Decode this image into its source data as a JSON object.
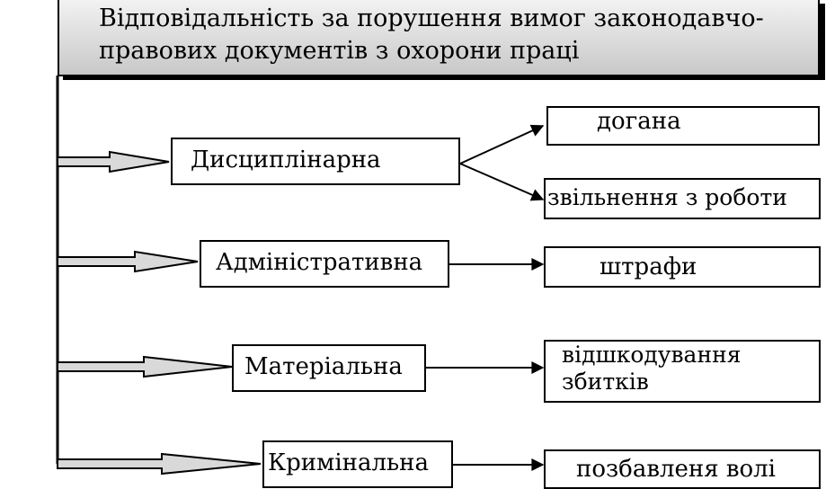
{
  "title": {
    "line1": "Відповідальність за порушення вимог законодавчо-",
    "line2": "правових документів з охорони праці"
  },
  "types": [
    {
      "label": "Дисциплінарна"
    },
    {
      "label": "Адміністративна"
    },
    {
      "label": "Матеріальна"
    },
    {
      "label": "Кримінальна"
    }
  ],
  "outcomes": [
    {
      "label": "догана"
    },
    {
      "label": "звільнення з роботи"
    },
    {
      "label": "штрафи"
    },
    {
      "label_line1": "відшкодування",
      "label_line2": "збитків"
    },
    {
      "label": "позбавленя волі"
    }
  ]
}
